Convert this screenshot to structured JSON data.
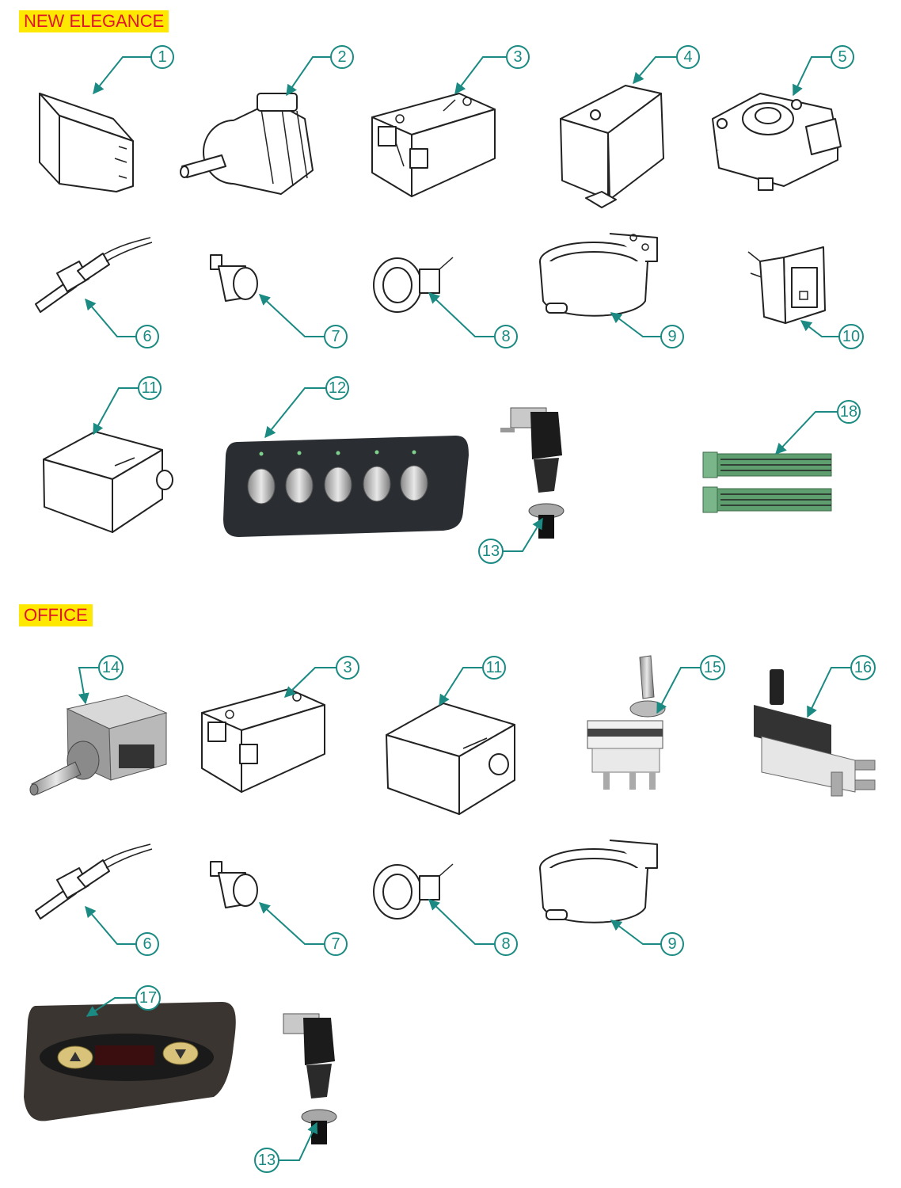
{
  "sections": {
    "new_elegance": "NEW ELEGANCE",
    "office": "OFFICE"
  },
  "callouts": {
    "c1": "1",
    "c2": "2",
    "c3": "3",
    "c4": "4",
    "c5": "5",
    "c6": "6",
    "c7": "7",
    "c8": "8",
    "c9": "9",
    "c10": "10",
    "c11": "11",
    "c12": "12",
    "c13": "13",
    "c18": "18",
    "o14": "14",
    "o3": "3",
    "o11": "11",
    "o15": "15",
    "o16": "16",
    "o6": "6",
    "o7": "7",
    "o8": "8",
    "o9": "9",
    "o17": "17",
    "o13": "13"
  },
  "colors": {
    "label_bg": "#ffe800",
    "label_text": "#e0142a",
    "callout": "#1a8a82"
  }
}
